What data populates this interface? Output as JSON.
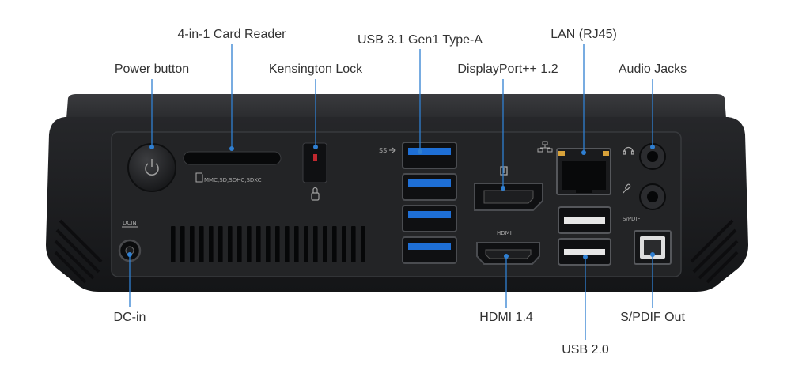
{
  "labels": {
    "card_reader": "4-in-1 Card Reader",
    "usb31": "USB 3.1 Gen1 Type-A",
    "lan": "LAN (RJ45)",
    "power": "Power button",
    "kensington": "Kensington Lock",
    "displayport": "DisplayPort++ 1.2",
    "audio": "Audio Jacks",
    "dcin": "DC-in",
    "hdmi": "HDMI 1.4",
    "spdif": "S/PDIF Out",
    "usb20": "USB 2.0"
  },
  "port_markings": {
    "card_slot": "MMC,SD,SDHC,SDXC",
    "dcin": "DCIN",
    "hdmi": "HDMI",
    "spdif": "S/PDIF",
    "usb_ss": "SS"
  },
  "colors": {
    "leader": "#2f7fd1",
    "usb3_blue": "#1e6fd6",
    "chassis": "#1c1d1f",
    "panel": "#232426"
  }
}
